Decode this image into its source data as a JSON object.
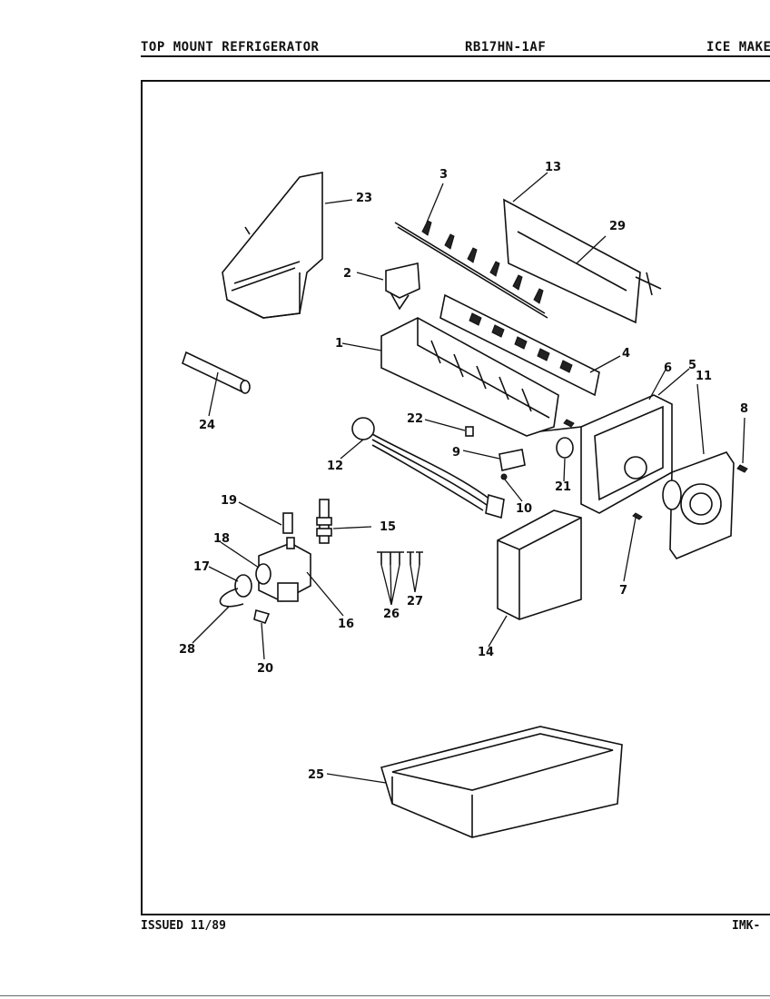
{
  "header": {
    "left": "TOP MOUNT REFRIGERATOR",
    "center": "RB17HN-1AF",
    "right": "ICE MAKE"
  },
  "footer": {
    "left": "ISSUED 11/89",
    "right": "IMK-"
  },
  "callouts": [
    "1",
    "2",
    "3",
    "4",
    "5",
    "6",
    "7",
    "8",
    "9",
    "10",
    "11",
    "12",
    "13",
    "14",
    "15",
    "16",
    "17",
    "18",
    "19",
    "20",
    "21",
    "22",
    "23",
    "24",
    "25",
    "26",
    "27",
    "28",
    "29"
  ]
}
